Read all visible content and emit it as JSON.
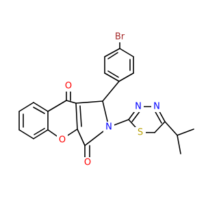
{
  "atoms": [
    {
      "id": "br",
      "label": "Br",
      "color": "#a52a2a"
    },
    {
      "id": "o_top",
      "label": "O",
      "color": "#ff0000"
    },
    {
      "id": "o_ring",
      "label": "O",
      "color": "#ff0000"
    },
    {
      "id": "o_low",
      "label": "O",
      "color": "#ff0000"
    },
    {
      "id": "n_pyr",
      "label": "N",
      "color": "#0000ff"
    },
    {
      "id": "n_td1",
      "label": "N",
      "color": "#0000ff"
    },
    {
      "id": "n_td2",
      "label": "N",
      "color": "#0000ff"
    },
    {
      "id": "s",
      "label": "S",
      "color": "#b8a000"
    }
  ],
  "colors": {
    "bond": "#000000",
    "background": "#ffffff"
  }
}
